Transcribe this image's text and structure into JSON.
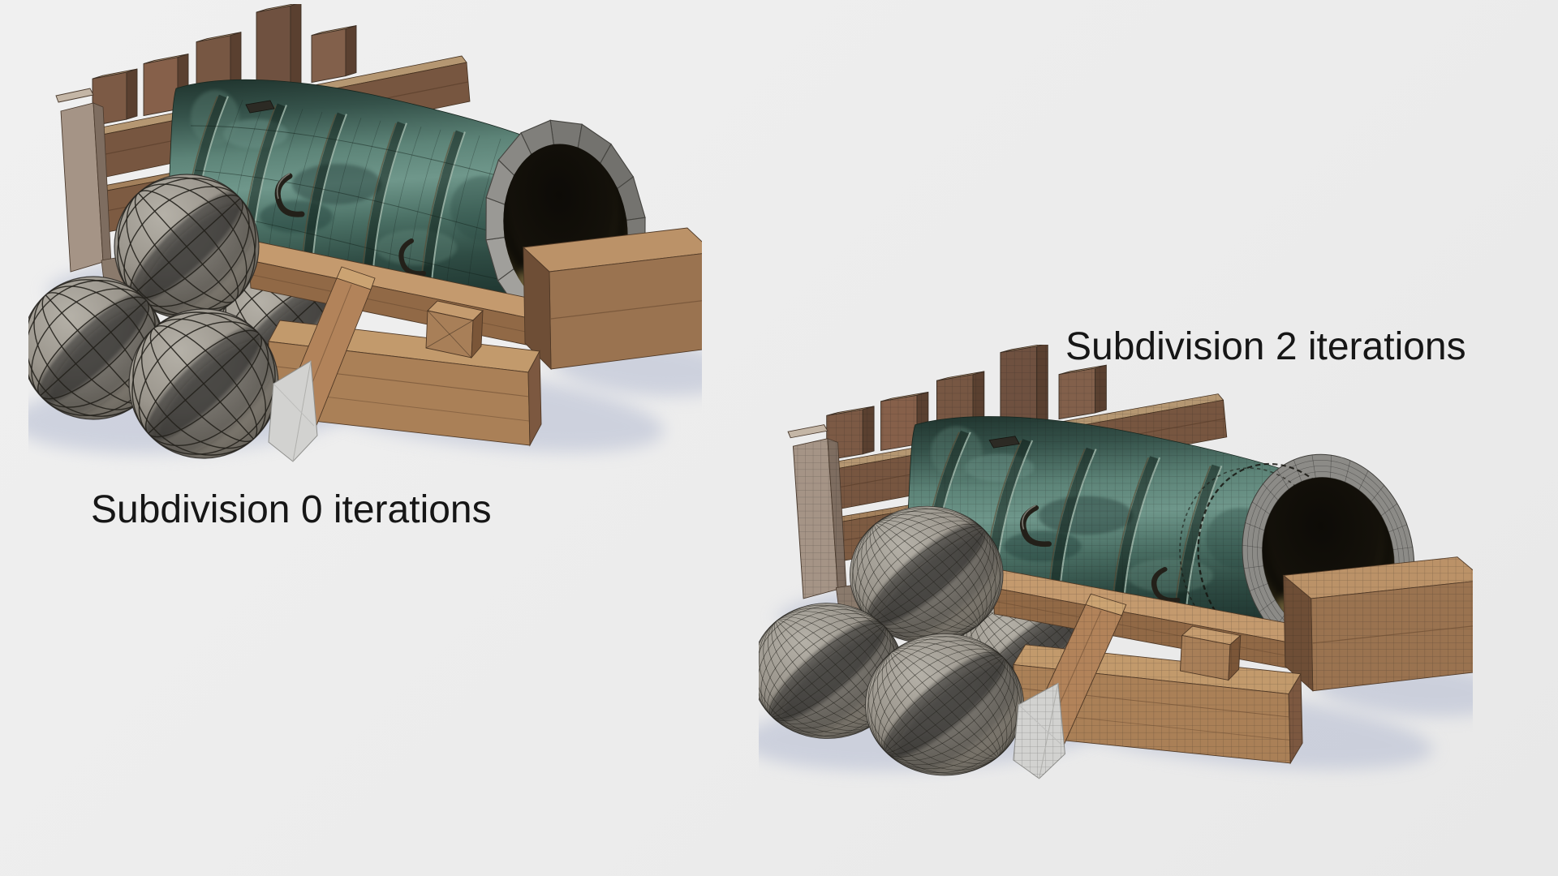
{
  "page": {
    "background": "#ececec",
    "description_objects": [
      "bronze-mortar-cannon",
      "cannonball-pile",
      "wooden-carriage",
      "wooden-post-rack"
    ]
  },
  "figures": [
    {
      "id": "subdiv0",
      "label": "Subdivision 0 iterations",
      "iterations": 0
    },
    {
      "id": "subdiv2",
      "label": "Subdivision 2 iterations",
      "iterations": 2
    }
  ],
  "palette": {
    "background": "#ececec",
    "label_text": "#161616",
    "wood_top": "#bb9268",
    "wood_face": "#9a7350",
    "wood_dark": "#6e4e36",
    "plank_face": "#775640",
    "plank_top": "#b59772",
    "upright": "#a59486",
    "bronze_dark": "#1f332d",
    "bronze_mid": "#4a6f64",
    "bronze_light": "#6f978b",
    "bronze_highlight": "#9fb6a9",
    "muzzle_gray": "#8c8b87",
    "bore_dark": "#0d0b07",
    "bore_gold": "#8a773f",
    "ball_light": "#b5b1a8",
    "ball_mid": "#9a958c",
    "ball_dark": "#55524c",
    "wire": "#23211d",
    "wedge": "#d2d2d0",
    "shadow": "#b4bbd1"
  }
}
